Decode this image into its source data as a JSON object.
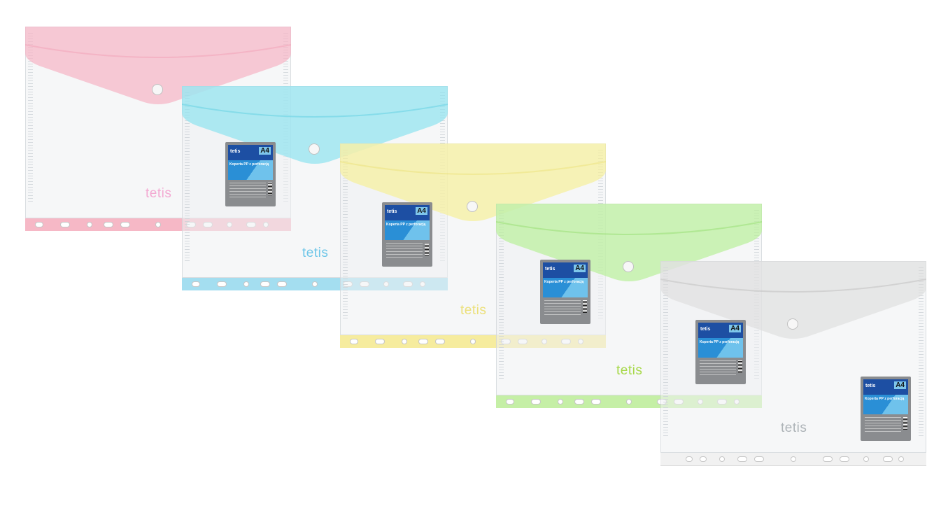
{
  "envelopes": [
    {
      "color_name": "pink",
      "flap_color": "#f6b3c5",
      "strip_color": "#f6b8c6",
      "logo_color": "#f3a9d2"
    },
    {
      "color_name": "blue",
      "flap_color": "#8fe2ef",
      "strip_color": "#a4def0",
      "logo_color": "#6ec6e8"
    },
    {
      "color_name": "yellow",
      "flap_color": "#f7f09a",
      "strip_color": "#f6ec9e",
      "logo_color": "#ece07a"
    },
    {
      "color_name": "green",
      "flap_color": "#b9ef9a",
      "strip_color": "#c5efa6",
      "logo_color": "#a6d848"
    },
    {
      "color_name": "clear",
      "flap_color": "#dcdcdc",
      "strip_color": "#f1f1f1",
      "logo_color": "#aeb4b8"
    }
  ],
  "product_label": {
    "brand": "tetis",
    "format": "A4",
    "title": "Koperta PP z perforacją",
    "accent": "#1d4fa3"
  },
  "logo_text": "tetis"
}
